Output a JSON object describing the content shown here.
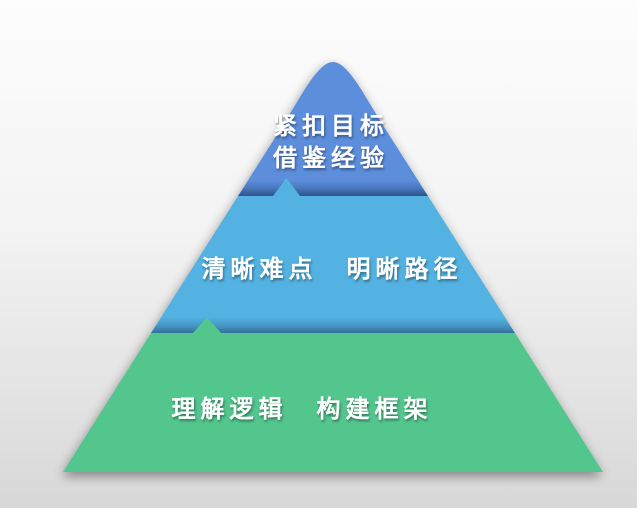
{
  "background": {
    "top_color": "#fdfdfd",
    "bottom_color": "#d8d8d8"
  },
  "pyramid": {
    "type": "pyramid-diagram",
    "levels_count": 3,
    "label_color": "#ffffff",
    "tiers": [
      {
        "name": "top",
        "fill": "#5b8edc",
        "edge_shadow": "#27497c",
        "line1": "紧扣目标",
        "line2": "借鉴经验"
      },
      {
        "name": "middle",
        "fill": "#53b2e2",
        "edge_shadow": "#2f648f",
        "label": "清晰难点　明晰路径"
      },
      {
        "name": "bottom",
        "fill": "#52c68e",
        "label": "理解逻辑　构建框架"
      }
    ]
  }
}
